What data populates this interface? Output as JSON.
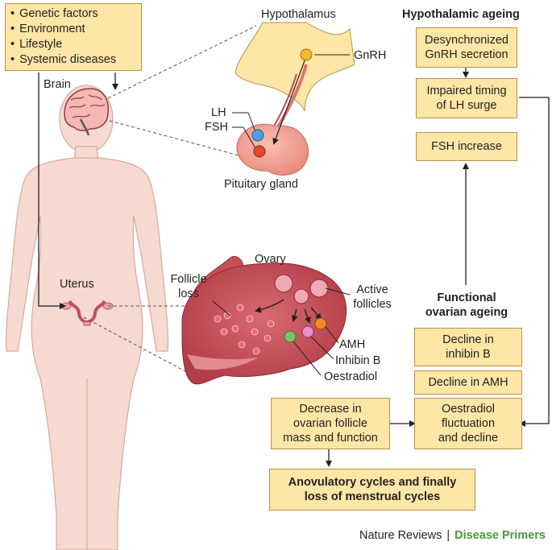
{
  "risk_factors": [
    "Genetic factors",
    "Environment",
    "Lifestyle",
    "Systemic diseases"
  ],
  "anatomy": {
    "brain": "Brain",
    "uterus": "Uterus",
    "hypothalamus": "Hypothalamus",
    "gnrh": "GnRH",
    "lh": "LH",
    "fsh": "FSH",
    "pituitary": "Pituitary gland",
    "ovary": "Ovary",
    "follicle_loss": [
      "Follicle",
      "loss"
    ],
    "active_follicles": [
      "Active",
      "follicles"
    ],
    "amh": "AMH",
    "inhibin_b": "Inhibin B",
    "oestradiol": "Oestradiol"
  },
  "hypothalamic_ageing": {
    "title": "Hypothalamic ageing",
    "boxes": [
      [
        "Desynchronized",
        "GnRH secretion"
      ],
      [
        "Impaired timing",
        "of LH surge"
      ],
      [
        "FSH increase"
      ]
    ]
  },
  "functional_ovarian_ageing": {
    "title": [
      "Functional",
      "ovarian ageing"
    ],
    "boxes": [
      [
        "Decline in",
        "inhibin B"
      ],
      [
        "Decline in AMH"
      ],
      [
        "Oestradiol",
        "fluctuation",
        "and decline"
      ]
    ]
  },
  "follicle_decrease": [
    "Decrease in",
    "ovarian follicle",
    "mass and function"
  ],
  "outcome": [
    "Anovulatory cycles and finally",
    "loss of menstrual cycles"
  ],
  "credit": {
    "publisher": "Nature Reviews",
    "series": "Disease Primers"
  },
  "colors": {
    "box_fill": "#fde6a6",
    "box_border": "#b8934a",
    "skin": "#f6d9d0",
    "ovary": "#c9505a",
    "pituitary": "#f2a79a",
    "lh_dot": "#4aa3dc",
    "fsh_dot": "#e04a2c",
    "gnrh_dot": "#f6b830",
    "amh_dot": "#f08a2b",
    "inhibin_dot": "#e88fc7",
    "oestradiol_dot": "#7cc16a",
    "accent_green": "#4a9a3b"
  }
}
